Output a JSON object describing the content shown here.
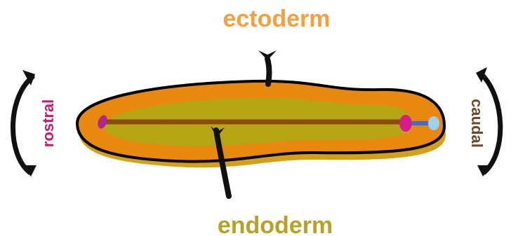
{
  "labels": {
    "ectoderm": "ectoderm",
    "endoderm": "endoderm",
    "rostral": "rostral",
    "caudal": "caudal"
  },
  "colors": {
    "ectoderm_label": "#f4a040",
    "endoderm_label": "#b9a026",
    "rostral_label": "#c8186b",
    "caudal_label": "#6b4a2a",
    "disc_outer": "#e8880f",
    "disc_inner": "#b6a616",
    "disc_shadow": "#d4a017",
    "midline": "#8a4a0a",
    "prechordal_plate": "#b0268f",
    "node": "#d81b8c",
    "streak": "#3a6fd6",
    "streak_end": "#9fd0f0",
    "arrows": "#111111"
  }
}
